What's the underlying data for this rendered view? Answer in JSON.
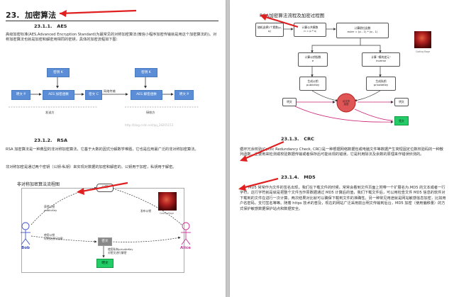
{
  "left": {
    "section_num": "23.",
    "section_title": "加密算法",
    "sub1_num": "23.1.1.",
    "sub1_title": "AES",
    "aes_para": "高级加密标准(AES,Advanced Encryption Standard)为最常见的对称加密算法(微信小程序加密传输就是用这个加密算法的)。对称加密算法也就是加密和解密用相同的密钥，具体的加密流程如下图：",
    "aes_fig": {
      "key1": "密钥 K",
      "plain1": "明文 P",
      "enc": "AES 加密函数",
      "cipher": "密文 C",
      "transfer": "网络传输",
      "key2": "密钥 K",
      "dec": "AES 解密函数",
      "plain2": "明文 P",
      "sender": "发送方",
      "receiver": "接收方",
      "watermark": "http://blog.csdn.net/qq_28205153"
    },
    "sub2_num": "23.1.2.",
    "sub2_title": "RSA",
    "rsa_para1": "RSA 加密算法是一种典型的非对称加密算法，它基于大数的因式分解数学难题，它也是应用最广泛的非对称加密算法。",
    "rsa_para2": "非对称加密是通过两个密钥（公钥-私钥）来实现对数据的加密和解密的。公钥用于加密，私钥用于解密。",
    "asym_fig": {
      "title": "非对称加密算法流程图",
      "bob": "Bob",
      "alice": "Alice",
      "get_pub": "获得公钥\npublicKey",
      "pubkey": "公钥",
      "send_pub": "发布公钥",
      "enc_note": "使用公钥\n对明文进行加密",
      "cipher": "密文",
      "dec_note": "使用私有privateKey\n对密文进行解密",
      "plain": "明文",
      "caption": "Coding Rage"
    }
  },
  "right": {
    "rsa_fig": {
      "title": "RSA加密算法流程及加密过程图",
      "b1": "随机选择2个素数(p, q)",
      "b2": "计算公共模数\nn = p * q",
      "b3": "计算欧拉函数\neuler = (p - 1) * (q - 1)",
      "b4": "计算公钥指数\ne",
      "b5": "计算 \"模的逆元\"\ninverse",
      "b6": "生成公钥\npublicKey",
      "b7": "生成私钥\nprivateKey",
      "plain_l": "明文",
      "center": "对文件\n加密",
      "plain_r": "明文",
      "green": "密文",
      "caption": "Coding Rage"
    },
    "sub3_num": "23.1.3.",
    "sub3_title": "CRC",
    "crc_para": "循环冗余校验(Cyclic Redundancy Check, CRC)是一种根据网络数据包或电脑文件等数据产生简短固定位数校验码的一种散列函数，主要用来检测或校验数据传输或者保存后可能出现的错误。它是利用除法及余数的原理来作错误侦测的。",
    "sub4_num": "23.1.4.",
    "sub4_title": "MD5",
    "md5_para": "MD5 常常作为文件的签名出现，我们在下载文件的时候，常常会看到文件页面上附带一个扩展名为.MD5 的文本或者一行字符，这行字符就是就是把整个文件当作原数据通过 MD5 计算后的值，我们下载文件后，可以用检查文件 MD5 信息的软件对下载到的文件在进行一次计算。两次结果对比就可以确保下载到文件的准确性。另一种常见用途就是网站敏感信息加密，比如用户名密码，支付签名等等。随着 https 技术的普及，现在的网站广泛采用前台明文传输到后台，MD5 加密（使用偏移量）的方式保护敏感数据保护站点和数据安全。"
  }
}
